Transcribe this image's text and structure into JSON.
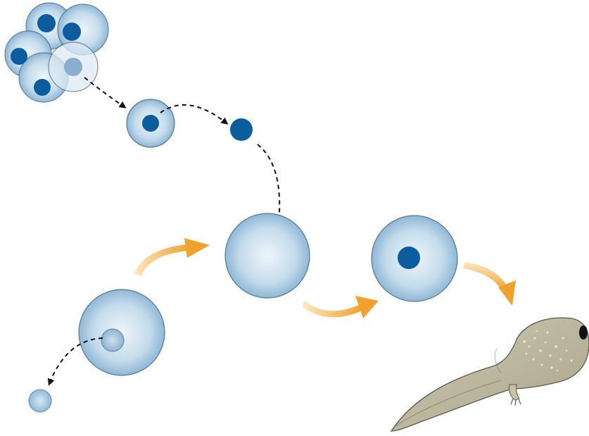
{
  "diagram": {
    "kind": "somatic-cell-nuclear-transfer",
    "colors": {
      "background": "#ffffff",
      "cell_center": "#eef5fb",
      "cell_edge": "#9cc0dc",
      "cell_outline": "#2b4d68",
      "nucleus": "#0b5d9e",
      "pale_nucleus": "#b3cde3",
      "dashed_arrow": "#111111",
      "process_arrow": "#f0ad3c",
      "tadpole_body": "#b9b39a",
      "tadpole_outline": "#5b5a4c"
    },
    "icons": [
      "somatic-cell-cluster",
      "isolated-somatic-cell",
      "donor-nucleus",
      "unfertilized-egg",
      "enucleated-egg",
      "reconstructed-egg",
      "removed-egg-nucleus",
      "tadpole"
    ]
  }
}
